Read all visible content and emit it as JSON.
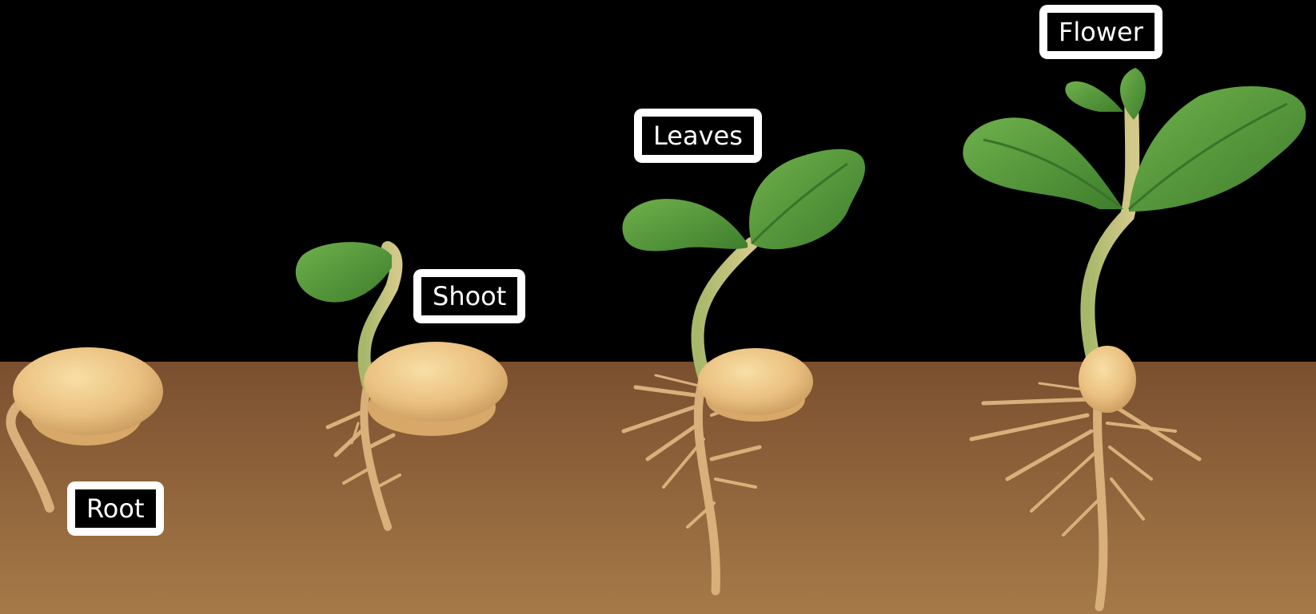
{
  "diagram": {
    "stages": [
      {
        "id": "root",
        "label": "Root"
      },
      {
        "id": "shoot",
        "label": "Shoot"
      },
      {
        "id": "leaves",
        "label": "Leaves"
      },
      {
        "id": "flower",
        "label": "Flower"
      }
    ],
    "colors": {
      "sky": "#000000",
      "soil_top": "#7a4f2f",
      "soil_bottom": "#a67a48",
      "seed_light": "#f6d89a",
      "seed_mid": "#e6b878",
      "seed_dark": "#c99a5e",
      "root": "#d9b07a",
      "stem": "#c9c47a",
      "leaf_light": "#6fb04c",
      "leaf_dark": "#3e7e2c",
      "label_border": "#ffffff",
      "label_fill": "#000000",
      "label_text": "#ffffff"
    }
  }
}
